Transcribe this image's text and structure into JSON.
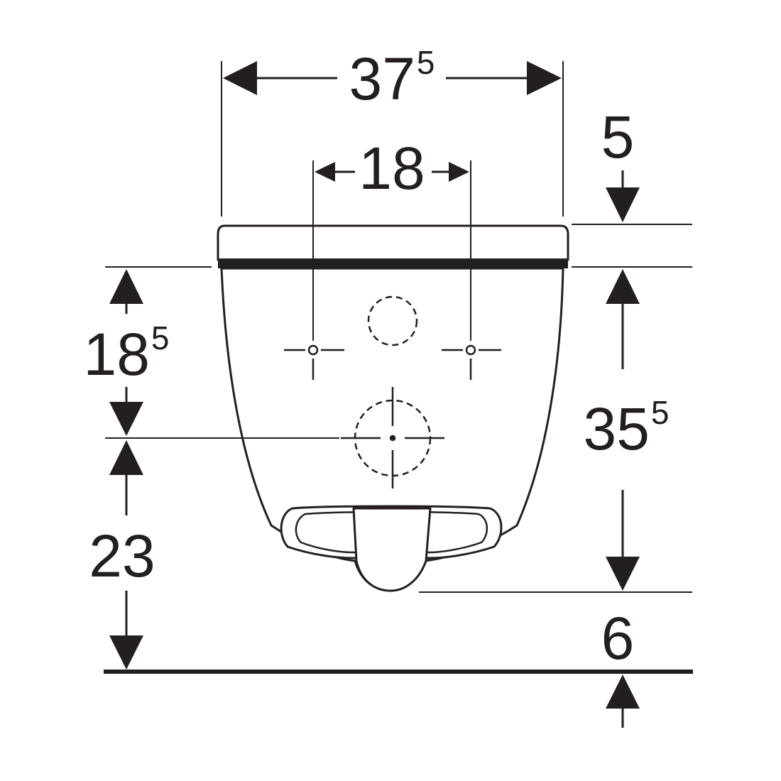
{
  "colors": {
    "line": "#231f20",
    "background": "#ffffff"
  },
  "dimensions": {
    "overall_width": {
      "main": "37",
      "sup": "5"
    },
    "fixing_spacing": {
      "main": "18"
    },
    "seat_thickness": {
      "main": "5"
    },
    "rim_to_fixing": {
      "main": "18",
      "sup": "5"
    },
    "fixing_to_floor": {
      "main": "23"
    },
    "rim_to_outlet": {
      "main": "35",
      "sup": "5"
    },
    "outlet_to_floor": {
      "main": "6"
    }
  }
}
